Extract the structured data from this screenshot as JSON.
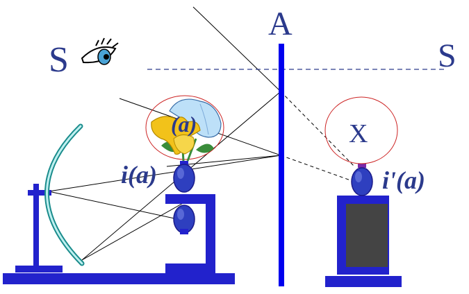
{
  "labels": {
    "screen": "A",
    "observer_left": "S",
    "observer_right": "S",
    "object": "(a)",
    "real_image": "i(a)",
    "virtual_image": "i'(a)",
    "unknown": "X"
  },
  "icons": {
    "observer": "eye-icon",
    "object": "flower-icon",
    "mirror": "concave-mirror-icon"
  },
  "colors": {
    "apparatus": "#2222cc",
    "label": "#2b3a8c",
    "circle": "#cc2222",
    "stand_fill": "#444444",
    "mirror": "#1a8c8c",
    "ray": "#000000"
  }
}
